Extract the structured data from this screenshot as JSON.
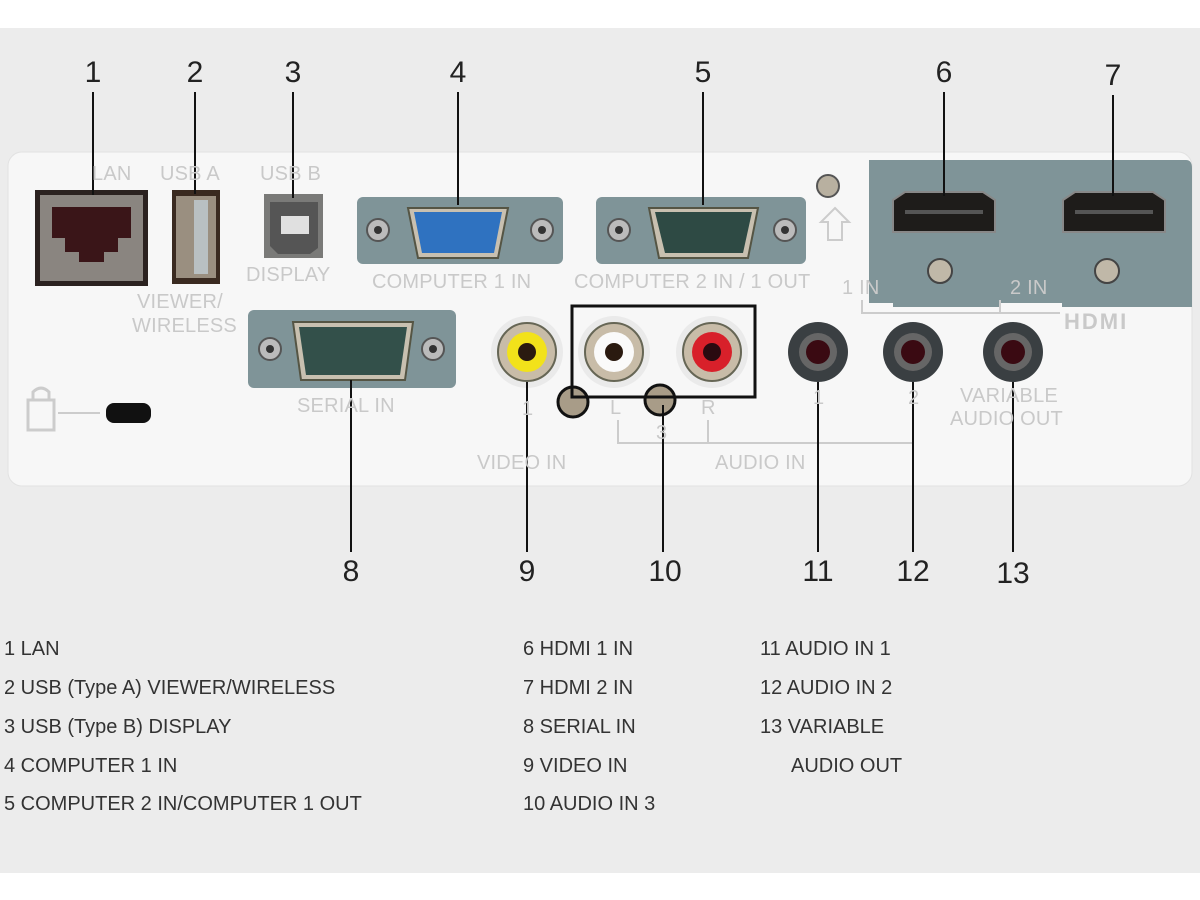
{
  "title": "Projector rear connection panel",
  "callouts": [
    "1",
    "2",
    "3",
    "4",
    "5",
    "6",
    "7",
    "8",
    "9",
    "10",
    "11",
    "12",
    "13"
  ],
  "panel_labels": {
    "lan": "LAN",
    "usb_a": "USB A",
    "usb_b": "USB B",
    "display": "DISPLAY",
    "viewer": "VIEWER/",
    "wireless": "WIRELESS",
    "computer1": "COMPUTER 1 IN",
    "computer2": "COMPUTER 2 IN / 1 OUT",
    "hdmi1": "1 IN",
    "hdmi2": "2 IN",
    "hdmi_logo": "HDMI",
    "serial": "SERIAL IN",
    "video_num": "1",
    "video": "VIDEO IN",
    "left": "L",
    "three": "3",
    "right": "R",
    "audio1": "1",
    "audio2": "2",
    "variable": "VARIABLE",
    "audio_out": "AUDIO OUT",
    "audio_in": "AUDIO IN"
  },
  "legend": {
    "col1": [
      "1 LAN",
      "2 USB (Type A) VIEWER/WIRELESS",
      "3 USB (Type B) DISPLAY",
      "4 COMPUTER 1 IN",
      "5 COMPUTER 2 IN/COMPUTER 1 OUT"
    ],
    "col2": [
      "6 HDMI 1 IN",
      "7 HDMI 2 IN",
      "8 SERIAL IN",
      "9 VIDEO IN",
      "10 AUDIO IN 3"
    ],
    "col3": [
      "11 AUDIO IN 1",
      "12 AUDIO IN 2",
      "13 VARIABLE",
      "AUDIO OUT"
    ]
  },
  "colors": {
    "vga_blue": "#2f72c0",
    "video_yellow": "#f2e21a",
    "audio_red": "#d8202a",
    "plate": "#7f9498"
  }
}
